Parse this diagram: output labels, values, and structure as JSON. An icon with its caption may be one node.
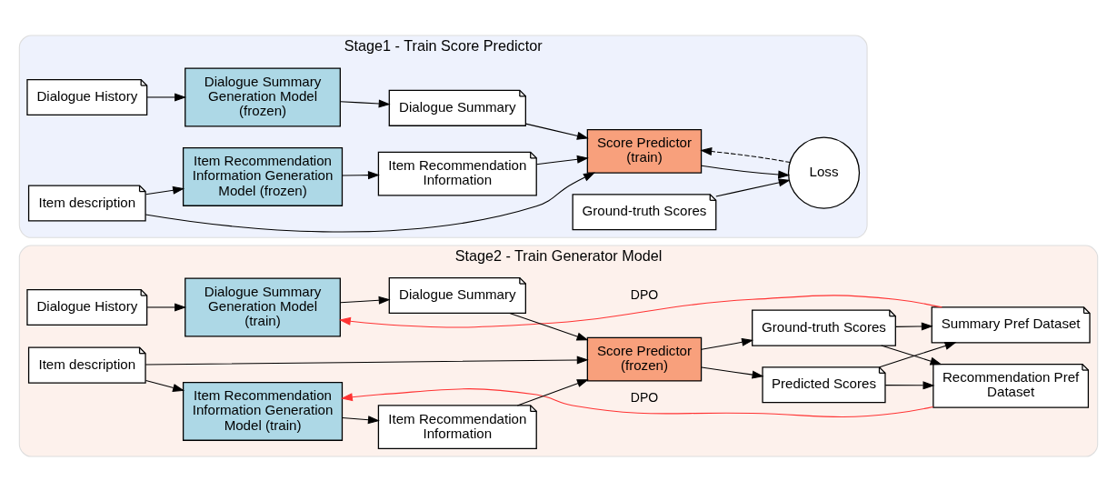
{
  "diagram": {
    "nodes": [
      {
        "text": [
          "Stage1 - Train Score Predictor"
        ]
      },
      {
        "text": [
          "Dialogue History"
        ],
        "in": 0
      },
      {
        "text": [
          "Dialogue Summary Generation Model (frozen)"
        ],
        "in": 0
      },
      {
        "text": [
          "Dialogue Summary"
        ],
        "in": 0
      },
      {
        "text": [
          "Score Predictor (train)"
        ],
        "in": 0
      },
      {
        "text": [
          "Loss"
        ],
        "in": 0
      },
      {
        "text": [
          "Item description"
        ],
        "in": 0
      },
      {
        "text": [
          "Item Recommendation Information Generation Model (frozen)"
        ],
        "in": 0
      },
      {
        "text": [
          "Item Recommendation Information"
        ],
        "in": 0
      },
      {
        "text": [
          "Ground-truth Scores"
        ],
        "in": 0
      },
      {
        "text": [
          "Stage2 - Train Generator Model"
        ]
      },
      {
        "text": [
          "Dialogue History"
        ],
        "in": 10
      },
      {
        "text": [
          "Dialogue Summary Generation Model (train)"
        ],
        "in": 10
      },
      {
        "text": [
          "Dialogue Summary"
        ],
        "in": 10
      },
      {
        "text": [
          "Item description"
        ],
        "in": 10
      },
      {
        "text": [
          "Item Recommendation Information Generation Model (train)"
        ],
        "in": 10
      },
      {
        "text": [
          "Item Recommendation Information"
        ],
        "in": 10
      },
      {
        "text": [
          "Score Predictor (frozen)"
        ],
        "in": 10
      },
      {
        "text": [
          "Predicted Scores"
        ],
        "in": 10
      },
      {
        "text": [
          "Ground-truth Scores"
        ],
        "in": 10
      },
      {
        "text": [
          "Summary Pref Dataset"
        ],
        "in": 10
      },
      {
        "text": [
          "Recommendation Pref Dataset"
        ],
        "in": 10
      }
    ],
    "edges": [
      {
        "from": 1,
        "to": 2,
        "arrow": "to"
      },
      {
        "from": 2,
        "to": 3,
        "arrow": "to"
      },
      {
        "from": 3,
        "to": 4,
        "arrow": "to"
      },
      {
        "from": 6,
        "to": 7,
        "arrow": "to"
      },
      {
        "from": 7,
        "to": 8,
        "arrow": "to"
      },
      {
        "from": 8,
        "to": 4,
        "arrow": "to"
      },
      {
        "from": 6,
        "to": 4,
        "arrow": "to"
      },
      {
        "from": 4,
        "to": 5,
        "arrow": "to"
      },
      {
        "from": 5,
        "to": 4,
        "arrow": "to",
        "style": "dashed"
      },
      {
        "from": 9,
        "to": 5,
        "arrow": "to"
      },
      {
        "from": 11,
        "to": 12,
        "arrow": "to"
      },
      {
        "from": 12,
        "to": 13,
        "arrow": "to"
      },
      {
        "from": 13,
        "to": 17,
        "arrow": "to"
      },
      {
        "from": 14,
        "to": 15,
        "arrow": "to"
      },
      {
        "from": 15,
        "to": 16,
        "arrow": "to"
      },
      {
        "from": 16,
        "to": 17,
        "arrow": "to"
      },
      {
        "from": 14,
        "to": 17,
        "arrow": "to"
      },
      {
        "from": 17,
        "to": 18,
        "arrow": "to"
      },
      {
        "from": 17,
        "to": 19,
        "arrow": "to"
      },
      {
        "from": 18,
        "to": 20,
        "arrow": "to"
      },
      {
        "from": 18,
        "to": 21,
        "arrow": "to"
      },
      {
        "from": 19,
        "to": 20,
        "arrow": "to"
      },
      {
        "from": 19,
        "to": 21,
        "arrow": "to"
      },
      {
        "from": 20,
        "to": 12,
        "arrow": "to",
        "label": "DPO",
        "color": "#ff3333"
      },
      {
        "from": 21,
        "to": 15,
        "arrow": "to",
        "label": "DPO",
        "color": "#ff3333"
      }
    ]
  }
}
